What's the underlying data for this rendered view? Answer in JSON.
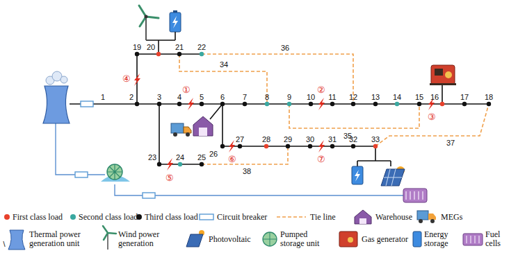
{
  "diagram": {
    "labels": [
      "1",
      "2",
      "3",
      "4",
      "5",
      "6",
      "7",
      "8",
      "9",
      "10",
      "11",
      "12",
      "13",
      "14",
      "15",
      "16",
      "17",
      "18",
      "19",
      "20",
      "21",
      "22",
      "23",
      "24",
      "25",
      "26",
      "27",
      "28",
      "29",
      "30",
      "31",
      "32",
      "33",
      "34",
      "35",
      "36",
      "37",
      "38",
      "①",
      "②",
      "③",
      "④",
      "⑤",
      "⑥",
      "⑦",
      "\\"
    ],
    "legend": [
      {
        "text": "First class load",
        "color": "#e8412c"
      },
      {
        "text": "Second class load",
        "color": "#3aa8a0"
      },
      {
        "text": "Third class load",
        "color": "#111111"
      },
      {
        "text": "Circuit breaker"
      },
      {
        "text": "Tie line"
      },
      {
        "text": "Warehouse"
      },
      {
        "text": "MEGs"
      },
      {
        "text": "Thermal power generation unit"
      },
      {
        "text": "Wind power generation"
      },
      {
        "text": "Photovoltaic"
      },
      {
        "text": "Pumped storage unit"
      },
      {
        "text": "Gas generator"
      },
      {
        "text": "Energy storage"
      },
      {
        "text": "Fuel cells"
      }
    ]
  }
}
